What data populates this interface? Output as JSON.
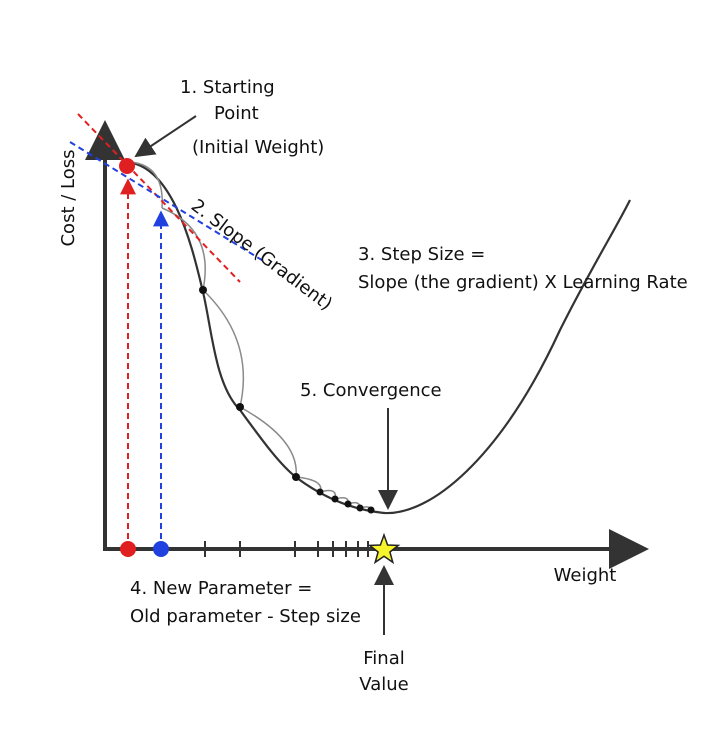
{
  "labels": {
    "starting_point_1": "1. Starting",
    "starting_point_2": "Point",
    "initial_weight": "(Initial Weight)",
    "slope": "2. Slope (Gradient)",
    "step_size_1": "3. Step Size =",
    "step_size_2": "Slope (the gradient) X Learning Rate",
    "convergence": "5. Convergence",
    "new_param_1": "4. New Parameter =",
    "new_param_2": "Old parameter - Step size",
    "final_1": "Final",
    "final_2": "Value",
    "y_axis": "Cost / Loss",
    "x_axis": "Weight"
  },
  "colors": {
    "axis": "#333333",
    "curve": "#333333",
    "step_arc": "#888888",
    "red": "#e02020",
    "blue": "#2040e0",
    "star_fill": "#f6f32a",
    "star_stroke": "#222222",
    "arrow": "#333333"
  }
}
